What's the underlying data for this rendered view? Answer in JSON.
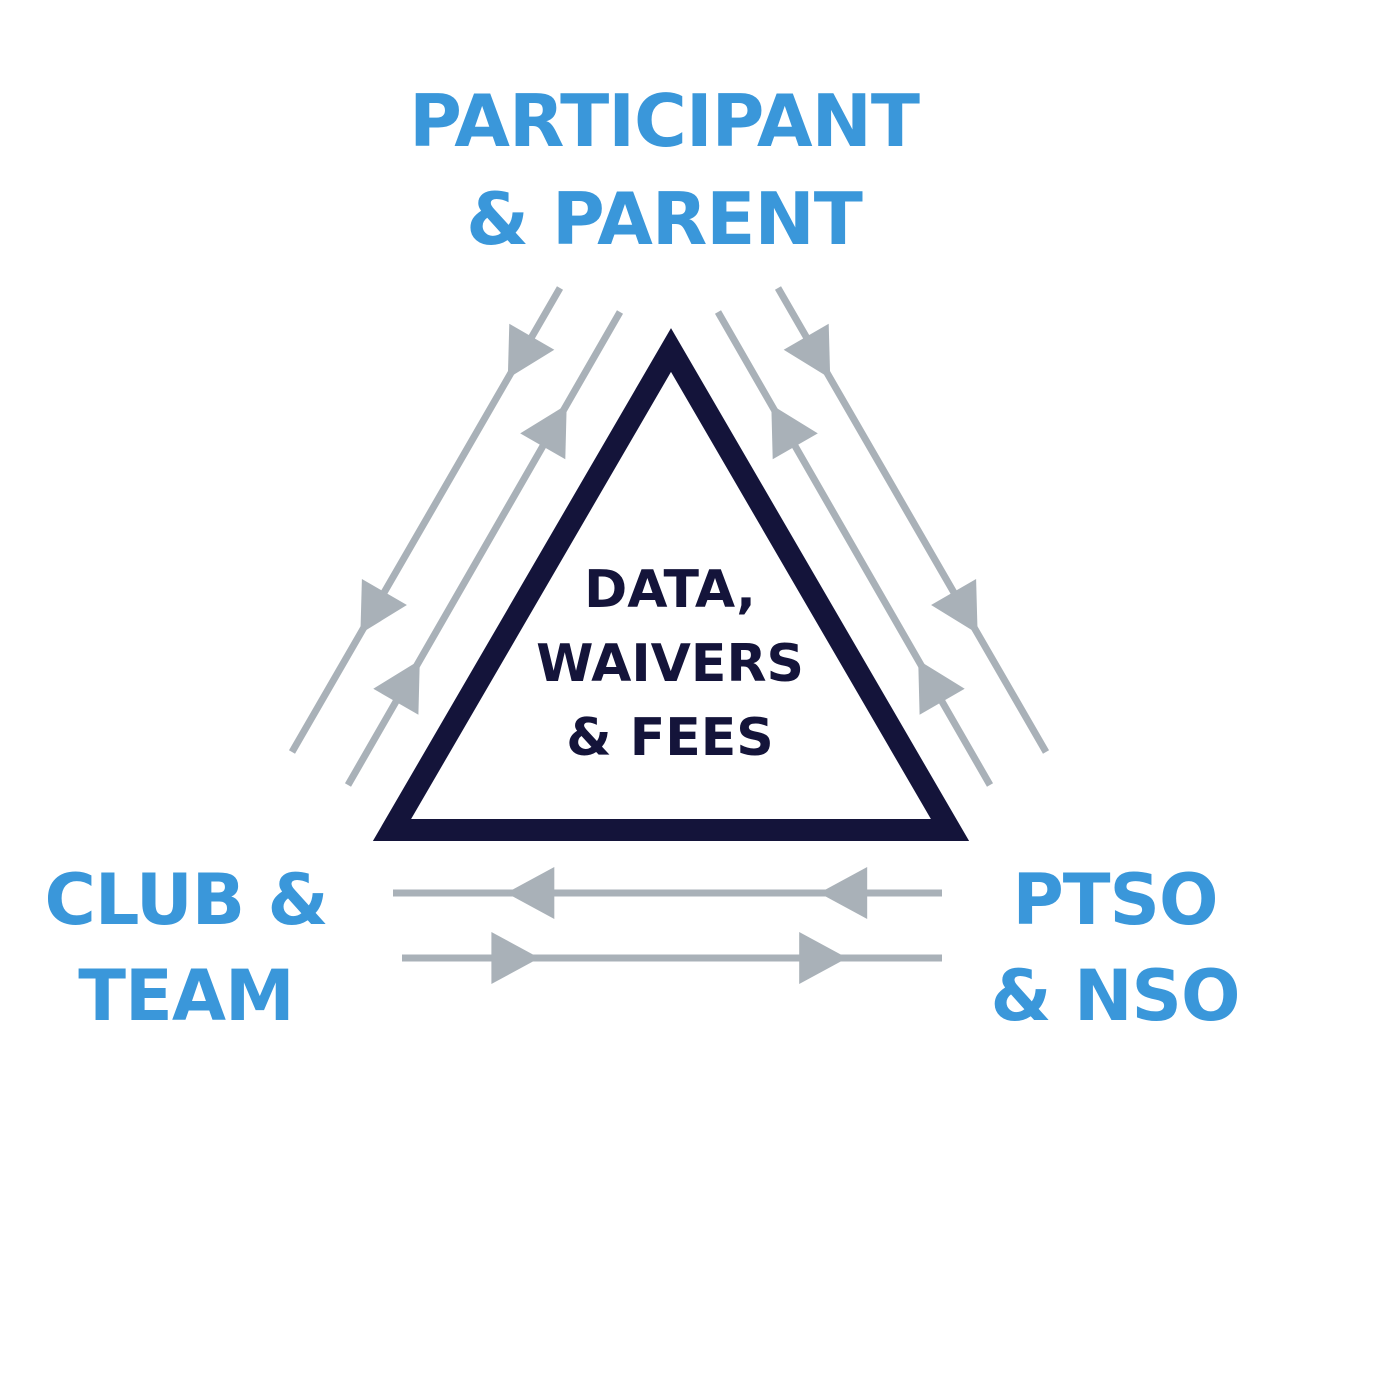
{
  "nodes": {
    "top": {
      "line1": "PARTICIPANT",
      "line2": "& PARENT"
    },
    "left": {
      "line1": "CLUB &",
      "line2": "TEAM"
    },
    "right": {
      "line1": "PTSO",
      "line2": "& NSO"
    }
  },
  "center": {
    "line1": "DATA,",
    "line2": "WAIVERS",
    "line3": "& FEES"
  },
  "flows": [
    {
      "from": "top",
      "to": "left"
    },
    {
      "from": "left",
      "to": "top"
    },
    {
      "from": "top",
      "to": "right"
    },
    {
      "from": "right",
      "to": "top"
    },
    {
      "from": "right",
      "to": "left"
    },
    {
      "from": "left",
      "to": "right"
    }
  ],
  "colors": {
    "node_text": "#3a97da",
    "center_text": "#14143a",
    "triangle_stroke": "#14143a",
    "flow": "#a9b1b8",
    "background": "#ffffff"
  }
}
